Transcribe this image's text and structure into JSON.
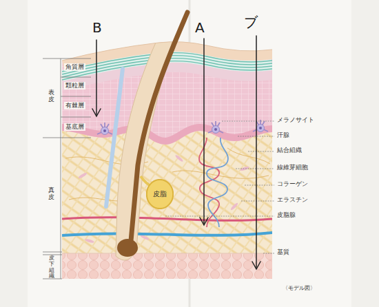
{
  "diagram": {
    "nodes": [
      {
        "text": [
          "皮脂"
        ]
      }
    ],
    "labels": [
      "B",
      "A",
      "ブ",
      "角質層",
      "顆粒層",
      "有棘層",
      "基底層",
      "表皮",
      "真皮",
      "皮下組織",
      "メラノサイト",
      "汗腺",
      "結合組織",
      "線維芽細胞",
      "コラーゲン",
      "エラスチン",
      "皮脂腺",
      "基質",
      "〈モデル図〉"
    ]
  }
}
